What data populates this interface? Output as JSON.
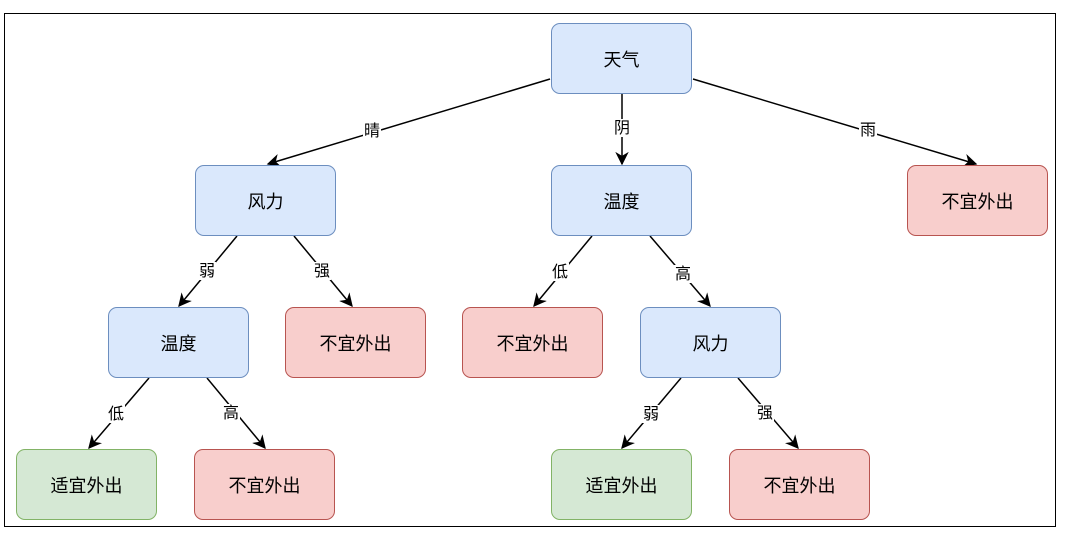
{
  "nodes": {
    "root": "天气",
    "wind1": "风力",
    "temp1": "温度",
    "bad_rain": "不宜外出",
    "temp2": "温度",
    "bad_strong1": "不宜外出",
    "bad_low": "不宜外出",
    "wind2": "风力",
    "good1": "适宜外出",
    "bad_high1": "不宜外出",
    "good2": "适宜外出",
    "bad_strong2": "不宜外出"
  },
  "edges": {
    "sunny": "晴",
    "cloudy": "阴",
    "rain": "雨",
    "weak1": "弱",
    "strong1": "强",
    "low1": "低",
    "high1": "高",
    "low2": "低",
    "high2": "高",
    "weak2": "弱",
    "strong2": "强"
  },
  "colors": {
    "decision_fill": "#dae8fc",
    "decision_border": "#6c8ebf",
    "bad_fill": "#f8cecc",
    "bad_border": "#b85450",
    "good_fill": "#d5e8d4",
    "good_border": "#82b366"
  }
}
